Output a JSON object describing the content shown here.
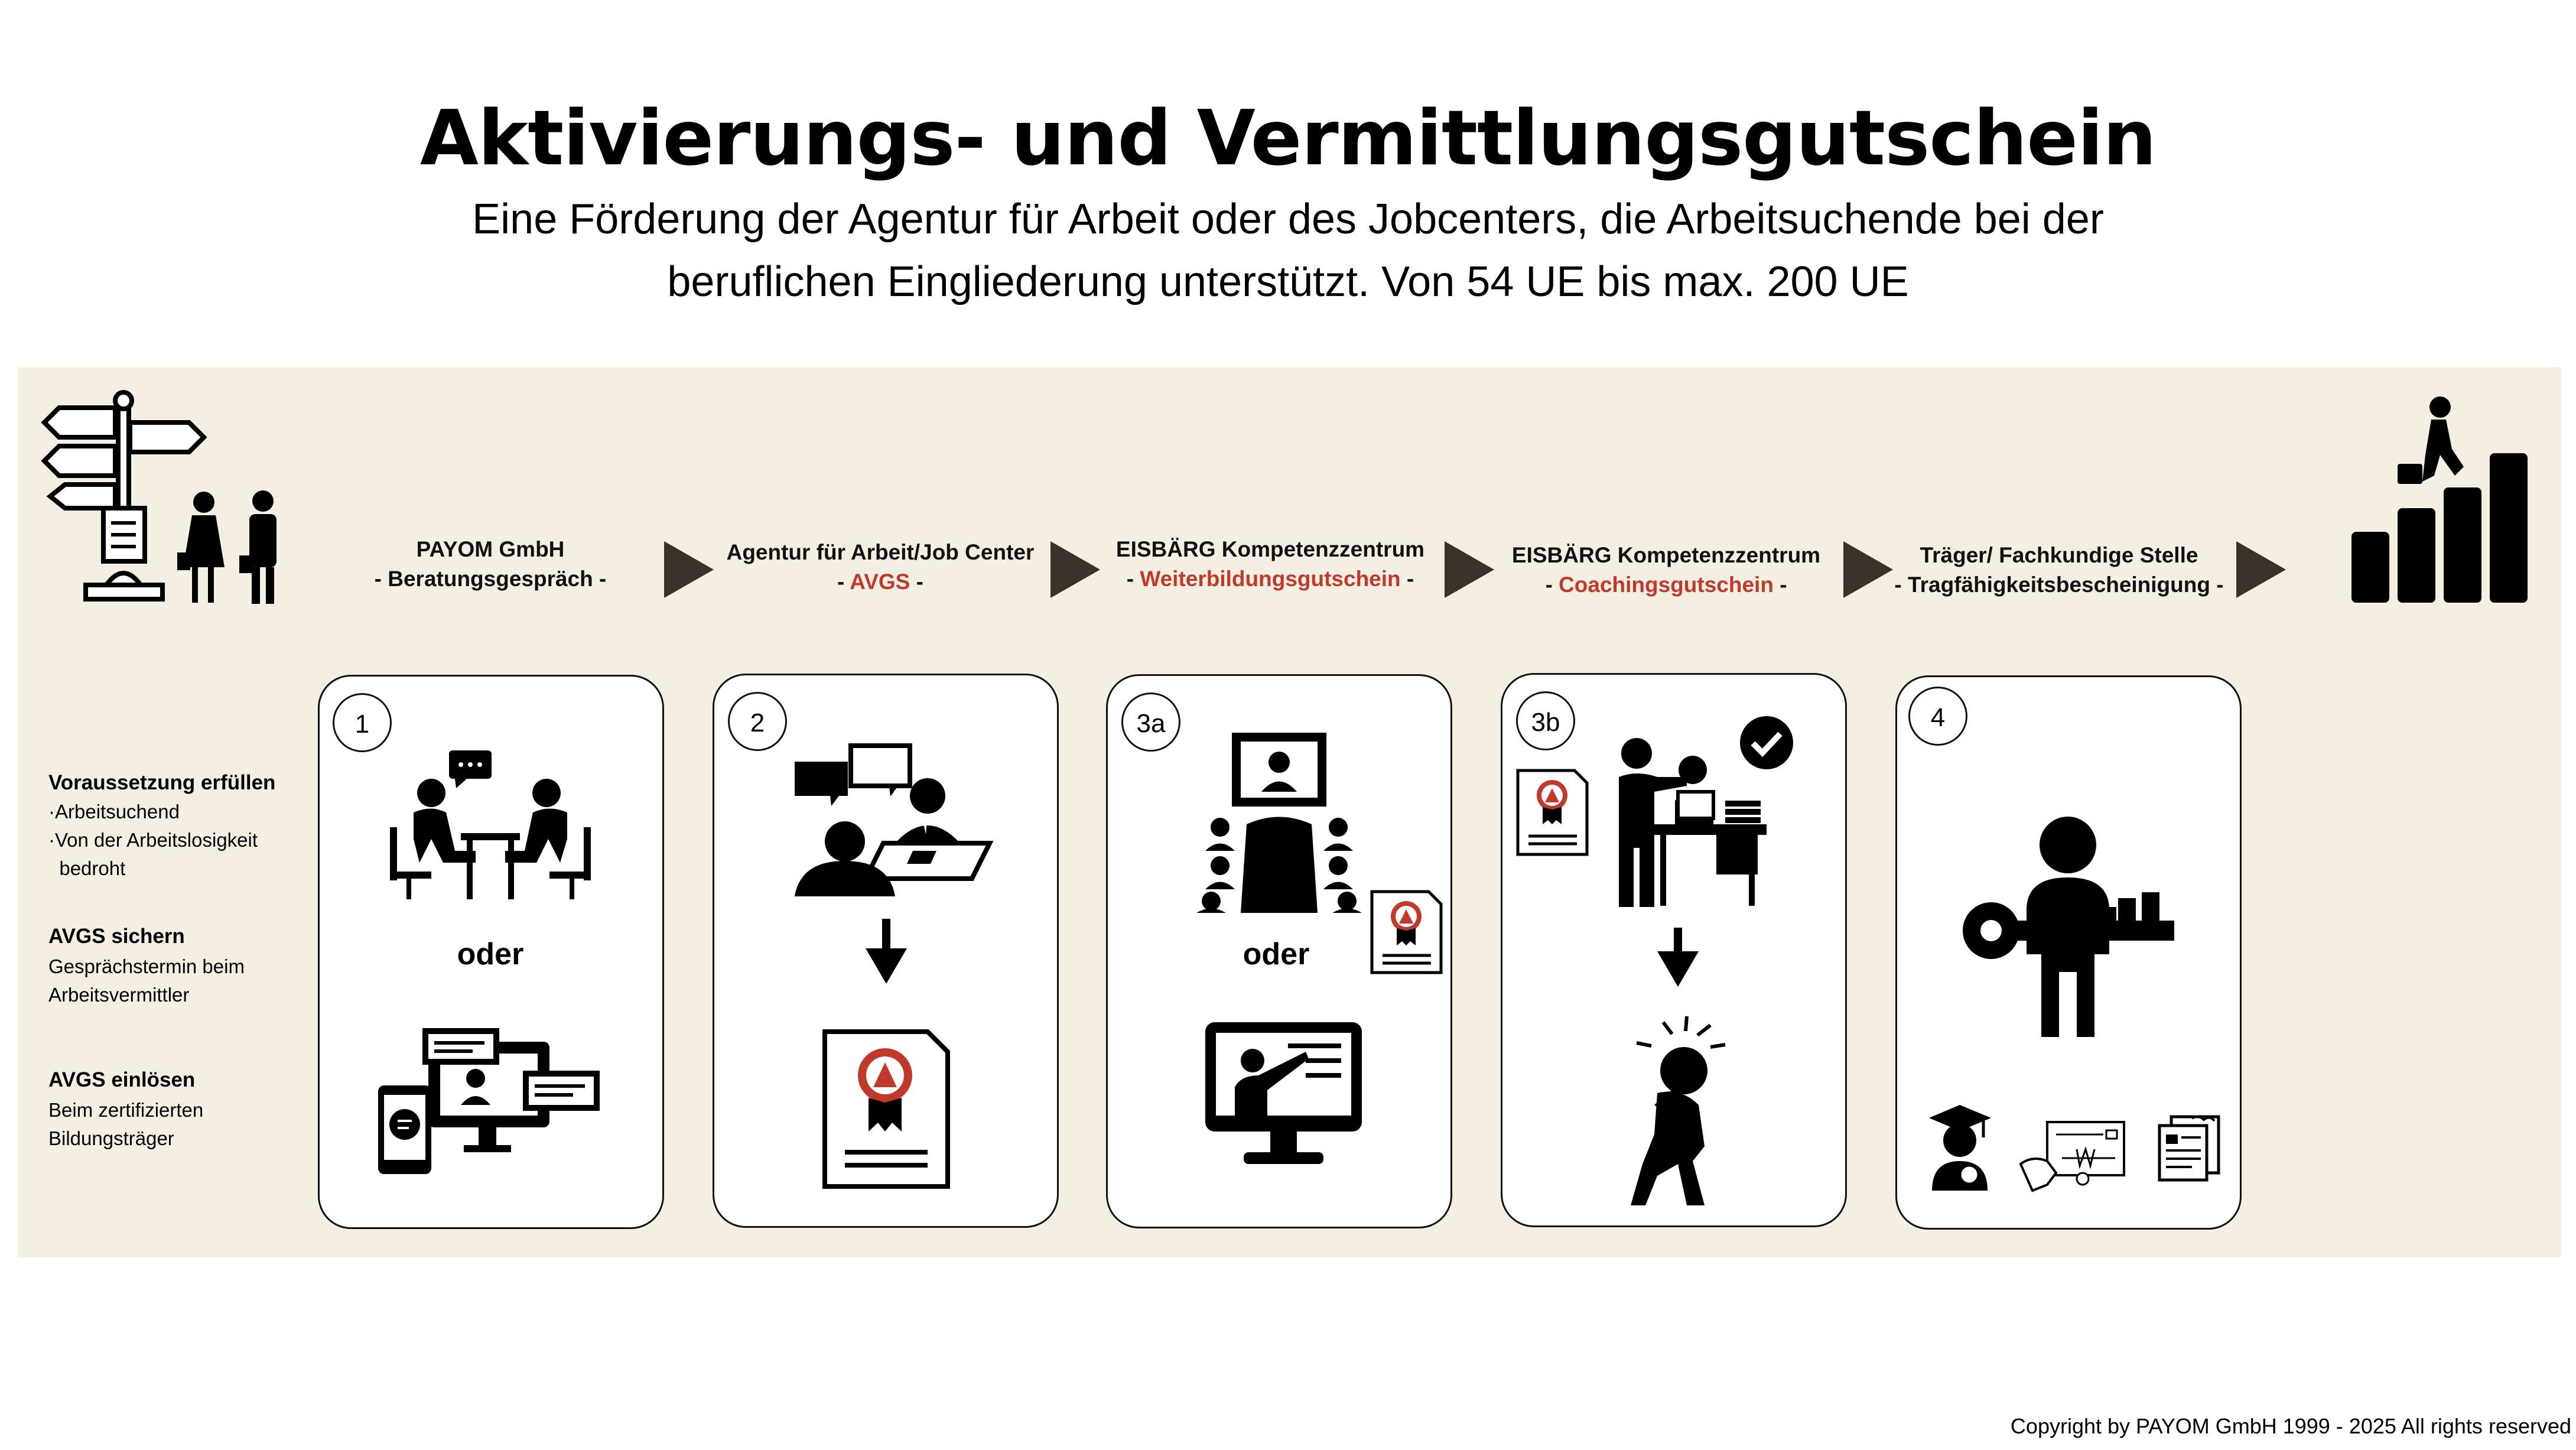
{
  "header": {
    "title": "Aktivierungs- und Vermittlungsgutschein",
    "subtitle_line1": "Eine Förderung der Agentur für Arbeit oder des Jobcenters, die Arbeitsuchende bei der",
    "subtitle_line2": "beruflichen Eingliederung unterstützt. Von 54 UE bis  max. 200 UE"
  },
  "colors": {
    "band": "#f3efe3",
    "highlight": "#c0392b",
    "arrow": "#3a3228"
  },
  "steps": [
    {
      "org": "PAYOM GmbH",
      "sub_prefix": "- ",
      "sub": "Beratungsgespräch",
      "sub_suffix": " -",
      "highlight": false
    },
    {
      "org": "Agentur für Arbeit/Job Center",
      "sub_prefix": "- ",
      "sub": "AVGS",
      "sub_suffix": " -",
      "highlight": true
    },
    {
      "org": "EISBÄRG Kompetenzzentrum",
      "sub_prefix": "- ",
      "sub": "Weiterbildungsgutschein",
      "sub_suffix": " -",
      "highlight": true
    },
    {
      "org": "EISBÄRG Kompetenzzentrum",
      "sub_prefix": "- ",
      "sub": "Coachingsgutschein",
      "sub_suffix": " -",
      "highlight": true
    },
    {
      "org": "Träger/ Fachkundige Stelle",
      "sub_prefix": "- ",
      "sub": "Tragfähigkeitsbescheinigung",
      "sub_suffix": " -",
      "highlight": false
    }
  ],
  "cards": [
    {
      "badge": "1",
      "oder": "oder",
      "icons": [
        "meeting-icon",
        "online-chat-icon"
      ]
    },
    {
      "badge": "2",
      "icons": [
        "interview-icon",
        "down-arrow-icon",
        "certificate-icon"
      ]
    },
    {
      "badge": "3a",
      "oder": "oder",
      "icons": [
        "conference-icon",
        "certificate-icon",
        "presentation-icon"
      ]
    },
    {
      "badge": "3b",
      "icons": [
        "coaching-icon",
        "certificate-icon",
        "check-icon",
        "down-arrow-icon",
        "thinking-person-icon"
      ]
    },
    {
      "badge": "4",
      "icons": [
        "person-key-icon",
        "graduate-icon",
        "contract-icon",
        "document-icon"
      ]
    }
  ],
  "side": {
    "h1": "Voraussetzung erfüllen",
    "t1a": "·Arbeitsuchend",
    "t1b": "·Von der Arbeitslosigkeit",
    "t1c": "  bedroht",
    "h2": "AVGS sichern",
    "t2a": "Gesprächstermin beim",
    "t2b": "Arbeitsvermittler",
    "h3": "AVGS einlösen",
    "t3a": "Beim zertifizierten",
    "t3b": "Bildungsträger"
  },
  "footer": {
    "copyright": "Copyright by PAYOM GmbH 1999 - 2025 All rights reserved"
  }
}
